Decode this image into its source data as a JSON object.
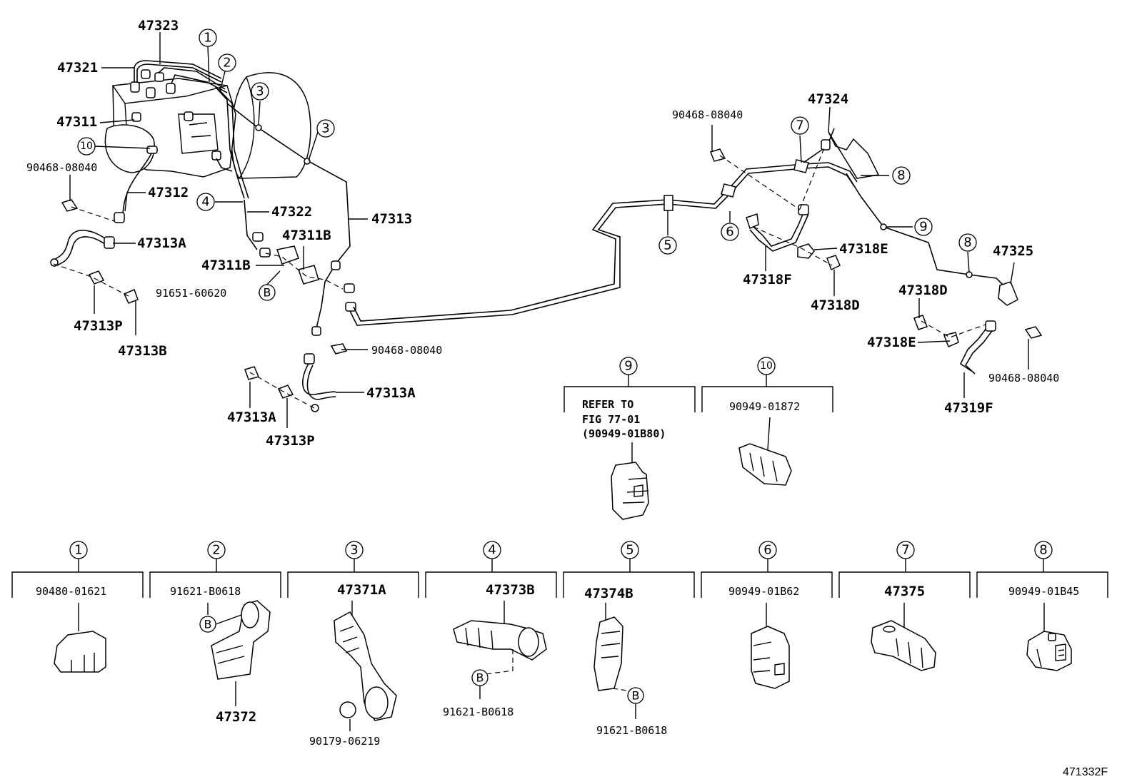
{
  "diagram": {
    "part_labels": {
      "p47323": "47323",
      "p47321": "47321",
      "p47311": "47311",
      "p90468_a": "90468-08040",
      "p47312": "47312",
      "p47322": "47322",
      "p47313": "47313",
      "p47313A_a": "47313A",
      "p47311B_a": "47311B",
      "p47311B_b": "47311B",
      "p91651": "91651-60620",
      "p47313P_a": "47313P",
      "p47313B": "47313B",
      "p90468_b": "90468-08040",
      "p47313A_b": "47313A",
      "p47313A_c": "47313A",
      "p47313P_b": "47313P",
      "p90468_c": "90468-08040",
      "p47324": "47324",
      "p47318E_a": "47318E",
      "p47318F": "47318F",
      "p47318D_a": "47318D",
      "p47325": "47325",
      "p47318D_b": "47318D",
      "p47318E_b": "47318E",
      "p90468_d": "90468-08040",
      "p47319F": "47319F"
    },
    "callouts": [
      "1",
      "2",
      "3",
      "3",
      "4",
      "5",
      "6",
      "7",
      "8",
      "8",
      "9",
      "10",
      "B"
    ],
    "detail_boxes": [
      {
        "num": "9",
        "lines": [
          "REFER TO",
          "FIG 77-01",
          "(90949-01B80)"
        ]
      },
      {
        "num": "10",
        "lines": [
          "90949-01872"
        ]
      },
      {
        "num": "1",
        "lines": [
          "90480-01621"
        ]
      },
      {
        "num": "2",
        "lines": [
          "91621-B0618"
        ],
        "extra": [
          "B",
          "47372"
        ]
      },
      {
        "num": "3",
        "lines": [
          "47371A"
        ],
        "extra": [
          "90179-06219"
        ]
      },
      {
        "num": "4",
        "lines": [
          "47373B"
        ],
        "extra": [
          "B",
          "91621-B0618"
        ]
      },
      {
        "num": "5",
        "lines": [
          "47374B"
        ],
        "extra": [
          "B",
          "91621-B0618"
        ]
      },
      {
        "num": "6",
        "lines": [
          "90949-01B62"
        ]
      },
      {
        "num": "7",
        "lines": [
          "47375"
        ]
      },
      {
        "num": "8",
        "lines": [
          "90949-01B45"
        ]
      }
    ],
    "figure_code": "471332F",
    "colors": {
      "ink": "#000000",
      "paper": "#ffffff"
    }
  }
}
